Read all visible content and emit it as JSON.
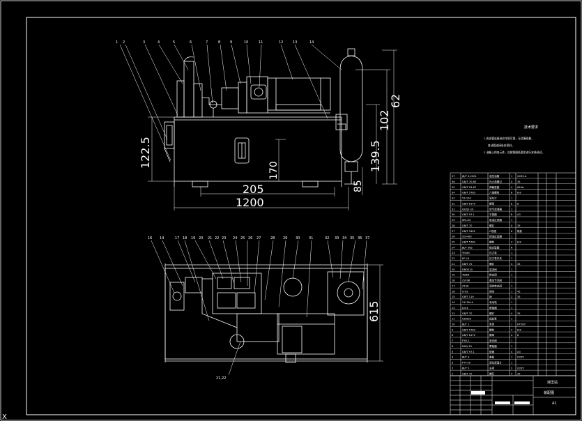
{
  "front_view": {
    "dimensions": {
      "h_122_5": "122.5",
      "h_170": "170",
      "w_205": "205",
      "w_1200": "1200",
      "h_62": "62",
      "h_102": "102",
      "h_139_5": "139.5",
      "h_85": "85"
    },
    "balloons": [
      "1",
      "2",
      "3",
      "4",
      "5",
      "6",
      "7",
      "8",
      "9",
      "10",
      "11",
      "12",
      "13",
      "14"
    ]
  },
  "top_view": {
    "dimensions": {
      "h_615": "615"
    },
    "balloons": [
      "16",
      "14",
      "17",
      "18",
      "19",
      "20",
      "21",
      "22",
      "23",
      "24",
      "25",
      "26",
      "27",
      "28",
      "29",
      "30",
      "31",
      "32",
      "33",
      "34",
      "35",
      "36",
      "37"
    ],
    "bottom_balloon": "21,22"
  },
  "notes": {
    "title": "技术要求",
    "lines": [
      "1.各油管连接处应牢固可靠，无泄漏现象，",
      "各油管连接处应密封。",
      "2.油箱上的各元件，应按照图纸要求进行安装调试。"
    ]
  },
  "parts_list": {
    "rows": [
      {
        "no": "37",
        "code": "JB/T 4-2001",
        "name": "液压油箱",
        "qty": "1",
        "mat": "Q235-A",
        "note": ""
      },
      {
        "no": "36",
        "code": "GB/T 70-85",
        "name": "内六角螺钉",
        "qty": "4",
        "mat": "35",
        "note": ""
      },
      {
        "no": "35",
        "code": "GB/T 93-87",
        "name": "弹簧垫圈",
        "qty": "4",
        "mat": "65Mn",
        "note": ""
      },
      {
        "no": "34",
        "code": "GB/T 5783",
        "name": "六角螺栓",
        "qty": "8",
        "mat": "8.8",
        "note": ""
      },
      {
        "no": "33",
        "code": "YZ-150",
        "name": "液位计",
        "qty": "1",
        "mat": "",
        "note": ""
      },
      {
        "no": "32",
        "code": "GB/T 6170",
        "name": "螺母",
        "qty": "8",
        "mat": "8",
        "note": ""
      },
      {
        "no": "31",
        "code": "QUQ2-10",
        "name": "空气滤清器",
        "qty": "1",
        "mat": "",
        "note": ""
      },
      {
        "no": "30",
        "code": "GB/T 97.1",
        "name": "平垫圈",
        "qty": "8",
        "mat": "A3",
        "note": ""
      },
      {
        "no": "29",
        "code": "WU-63",
        "name": "吸油过滤器",
        "qty": "1",
        "mat": "",
        "note": ""
      },
      {
        "no": "28",
        "code": "GB/T 70",
        "name": "螺钉",
        "qty": "4",
        "mat": "35",
        "note": ""
      },
      {
        "no": "27",
        "code": "GB/T 3452",
        "name": "O形圈",
        "qty": "6",
        "mat": "橡胶",
        "note": ""
      },
      {
        "no": "26",
        "code": "ZU-H63",
        "name": "回油过滤器",
        "qty": "1",
        "mat": "",
        "note": ""
      },
      {
        "no": "25",
        "code": "GB/T 5782",
        "name": "螺栓",
        "qty": "4",
        "mat": "8.8",
        "note": ""
      },
      {
        "no": "24",
        "code": "JB/T 982",
        "name": "组合垫圈",
        "qty": "6",
        "mat": "",
        "note": ""
      },
      {
        "no": "23",
        "code": "YN-60",
        "name": "压力表",
        "qty": "1",
        "mat": "",
        "note": ""
      },
      {
        "no": "22",
        "code": "KF-L8",
        "name": "压力表开关",
        "qty": "1",
        "mat": "",
        "note": ""
      },
      {
        "no": "21",
        "code": "GB/T 70",
        "name": "螺钉",
        "qty": "4",
        "mat": "35",
        "note": ""
      },
      {
        "no": "20",
        "code": "DBDS10",
        "name": "溢流阀",
        "qty": "1",
        "mat": "",
        "note": ""
      },
      {
        "no": "19",
        "code": "4WE6",
        "name": "换向阀",
        "qty": "1",
        "mat": "",
        "note": ""
      },
      {
        "no": "18",
        "code": "Z2FS6",
        "name": "叠加节流阀",
        "qty": "1",
        "mat": "",
        "note": ""
      },
      {
        "no": "17",
        "code": "Z1S6",
        "name": "液控单向阀",
        "qty": "1",
        "mat": "",
        "note": ""
      },
      {
        "no": "16",
        "code": "G-02",
        "name": "阀块",
        "qty": "1",
        "mat": "45",
        "note": ""
      },
      {
        "no": "15",
        "code": "GB/T 119",
        "name": "销",
        "qty": "2",
        "mat": "35",
        "note": ""
      },
      {
        "no": "14",
        "code": "Y112M-4",
        "name": "电动机",
        "qty": "1",
        "mat": "",
        "note": ""
      },
      {
        "no": "13",
        "code": "LM-4",
        "name": "联轴器",
        "qty": "1",
        "mat": "",
        "note": ""
      },
      {
        "no": "12",
        "code": "GB/T 70",
        "name": "螺钉",
        "qty": "4",
        "mat": "35",
        "note": ""
      },
      {
        "no": "11",
        "code": "CB-B25",
        "name": "齿轮泵",
        "qty": "1",
        "mat": "",
        "note": ""
      },
      {
        "no": "10",
        "code": "JB/T 1",
        "name": "泵架",
        "qty": "1",
        "mat": "HT200",
        "note": ""
      },
      {
        "no": "9",
        "code": "GB/T 5783",
        "name": "螺栓",
        "qty": "4",
        "mat": "8.8",
        "note": ""
      },
      {
        "no": "8",
        "code": "GB/T 6170",
        "name": "螺母",
        "qty": "4",
        "mat": "8",
        "note": ""
      },
      {
        "no": "7",
        "code": "FYD-1",
        "name": "单向阀",
        "qty": "1",
        "mat": "",
        "note": ""
      },
      {
        "no": "6",
        "code": "NXQ-10",
        "name": "蓄能器",
        "qty": "1",
        "mat": "",
        "note": ""
      },
      {
        "no": "5",
        "code": "GB/T 97.1",
        "name": "垫圈",
        "qty": "4",
        "mat": "A3",
        "note": ""
      },
      {
        "no": "4",
        "code": "JB/T 3",
        "name": "盖板",
        "qty": "1",
        "mat": "Q235",
        "note": ""
      },
      {
        "no": "3",
        "code": "FYT-50",
        "name": "液位液温计",
        "qty": "1",
        "mat": "",
        "note": ""
      },
      {
        "no": "2",
        "code": "JB/T 2",
        "name": "支架",
        "qty": "2",
        "mat": "Q235",
        "note": ""
      },
      {
        "no": "1",
        "code": "GB/T 70",
        "name": "螺钉",
        "qty": "4",
        "mat": "35",
        "note": ""
      }
    ]
  },
  "title_block": {
    "drawing_name": "液压站",
    "sub_name": "装配图",
    "size": "A1"
  },
  "corner_mark": "X",
  "colors": {
    "background": "#000000",
    "line": "#ffffff",
    "balloon": "#ffffff"
  }
}
